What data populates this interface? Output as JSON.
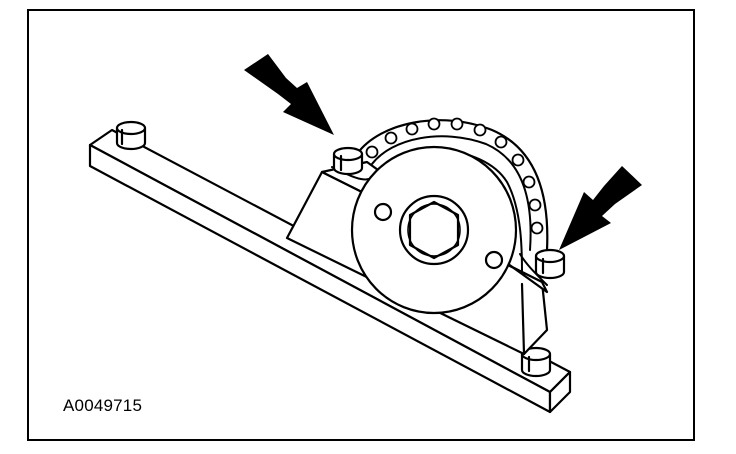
{
  "figure": {
    "id_label": "A0049715",
    "colors": {
      "line": "#000000",
      "fill": "#ffffff",
      "frame": "#000000"
    },
    "parts": [
      "base-plate",
      "pillow-block",
      "timing-sprocket",
      "timing-chain",
      "retaining-bolts",
      "indicator-arrows"
    ],
    "callouts": [
      "arrow-pointing-to-left-retaining-bolt",
      "arrow-pointing-to-right-retaining-bolt"
    ]
  }
}
